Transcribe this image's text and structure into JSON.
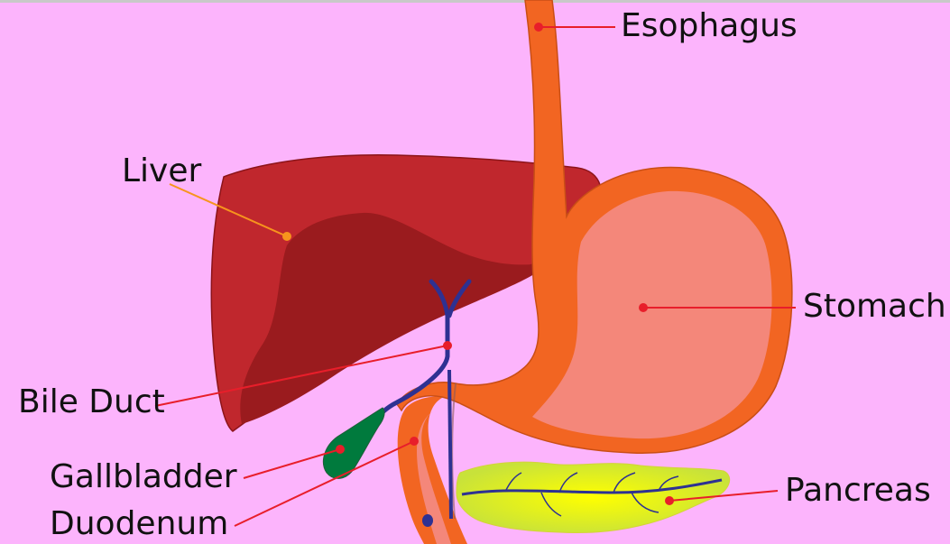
{
  "diagram": {
    "labels": {
      "esophagus": "Esophagus",
      "liver": "Liver",
      "stomach": "Stomach",
      "bile_duct": "Bile Duct",
      "gallbladder": "Gallbladder",
      "duodenum": "Duodenum",
      "pancreas": "Pancreas"
    },
    "colors": {
      "background": "#fcb4fc",
      "liver": "#c0272d",
      "liver_shade": "#9a1b1e",
      "stomach_wall": "#f26522",
      "stomach_inner": "#f4877a",
      "bile_duct": "#2e3192",
      "gallbladder": "#007a3d",
      "pancreas": "#e9ea3a",
      "pointer": "#e81e2a"
    }
  }
}
